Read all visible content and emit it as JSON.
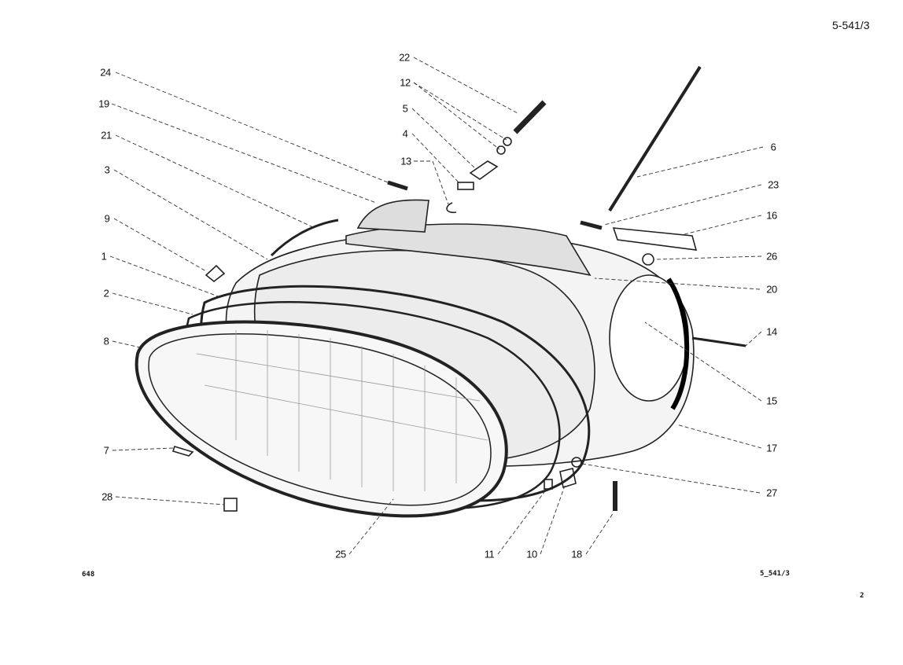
{
  "sheet_code": "5-541/3",
  "footer": {
    "left": "648",
    "right": "5_541/3",
    "page": "2"
  },
  "callouts": [
    "24",
    "19",
    "21",
    "3",
    "9",
    "1",
    "2",
    "8",
    "7",
    "28",
    "22",
    "12",
    "5",
    "4",
    "13",
    "6",
    "23",
    "16",
    "26",
    "20",
    "14",
    "15",
    "17",
    "27",
    "25",
    "11",
    "10",
    "18"
  ]
}
